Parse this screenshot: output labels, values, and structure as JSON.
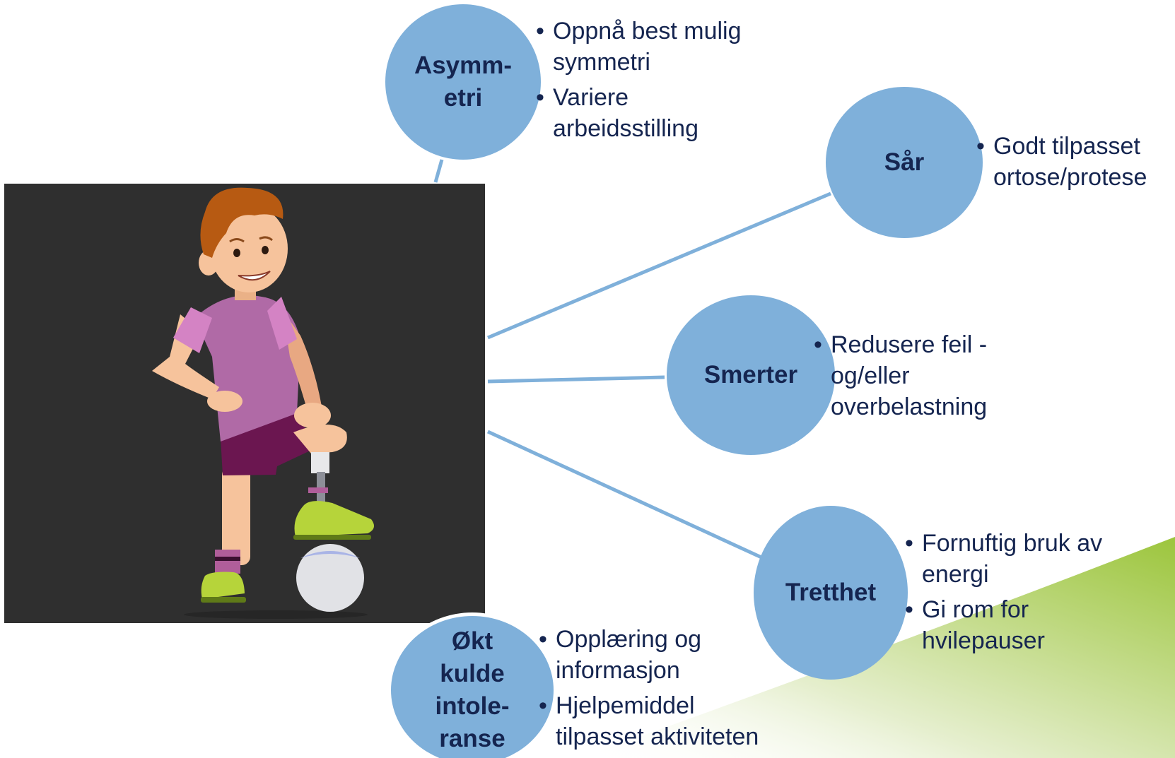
{
  "colors": {
    "circle_fill": "#7fb0da",
    "text": "#152550",
    "connector": "#7fb0da",
    "image_background": "#2f2f2f",
    "gradient_green": "#9cc53c"
  },
  "nodes": {
    "asymmetri": {
      "title": "Asymm-\netri",
      "bullets": [
        "Oppnå best mulig\nsymmetri",
        "Variere\narbeidsstilling"
      ]
    },
    "sar": {
      "title": "Sår",
      "bullets": [
        "Godt tilpasset\nortose/protese"
      ]
    },
    "smerter": {
      "title": "Smerter",
      "bullets": [
        "Redusere feil -\nog/eller\noverbelastning"
      ]
    },
    "tretthet": {
      "title": "Tretthet",
      "bullets": [
        "Fornuftig bruk av\nenergi",
        "Gi rom for\nhvilepauser"
      ]
    },
    "kulde": {
      "title": "Økt\nkulde\nintole-\nranse",
      "bullets": [
        "Opplæring og\ninformasjon",
        "Hjelpemiddel\ntilpasset aktiviteten"
      ]
    }
  },
  "illustration": {
    "icon": "boy-with-prosthetic-leg-on-football"
  }
}
